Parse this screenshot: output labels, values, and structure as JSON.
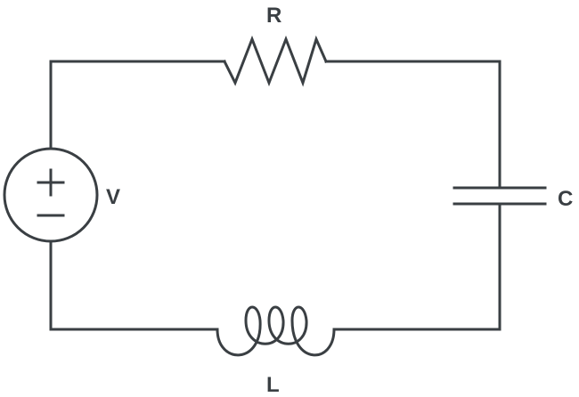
{
  "labels": {
    "resistor": "R",
    "voltage_source": "V",
    "capacitor": "C",
    "inductor": "L"
  },
  "colors": {
    "stroke": "#3a3f43",
    "background": "#ffffff"
  },
  "icons": {
    "resistor": "zigzag-resistor-icon",
    "voltage_source": "dc-voltage-source-icon",
    "capacitor": "parallel-plate-capacitor-icon",
    "inductor": "coil-inductor-icon"
  }
}
